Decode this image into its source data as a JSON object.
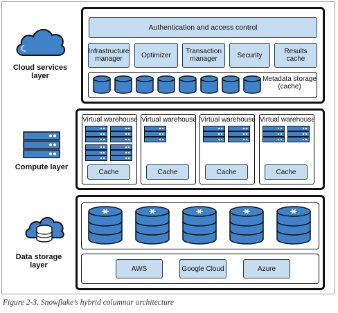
{
  "layers": {
    "cloud_services": {
      "label": "Cloud services layer",
      "auth_label": "Authentication and access control",
      "services": [
        {
          "label": "Infrastructure manager"
        },
        {
          "label": "Optimizer"
        },
        {
          "label": "Transaction manager"
        },
        {
          "label": "Security"
        },
        {
          "label": "Results cache"
        }
      ],
      "metadata_label": "Metadata storage (cache)"
    },
    "compute": {
      "label": "Compute layer",
      "warehouses": [
        {
          "title": "Virtual warehouse",
          "cache_label": "Cache",
          "servers": 4
        },
        {
          "title": "Virtual warehouse",
          "cache_label": "Cache",
          "servers": 1
        },
        {
          "title": "Virtual warehouse",
          "cache_label": "Cache",
          "servers": 2
        },
        {
          "title": "Virtual warehouse",
          "cache_label": "Cache",
          "servers": 2
        }
      ]
    },
    "data_storage": {
      "label": "Data storage layer",
      "providers": [
        {
          "label": "AWS"
        },
        {
          "label": "Google Cloud"
        },
        {
          "label": "Azure"
        }
      ]
    }
  },
  "caption": "Figure 2-3. Snowflake’s hybrid columnar architecture",
  "colors": {
    "fill": "#c6dcf1",
    "accent": "#3f82c8",
    "stroke": "#1f3a55"
  }
}
